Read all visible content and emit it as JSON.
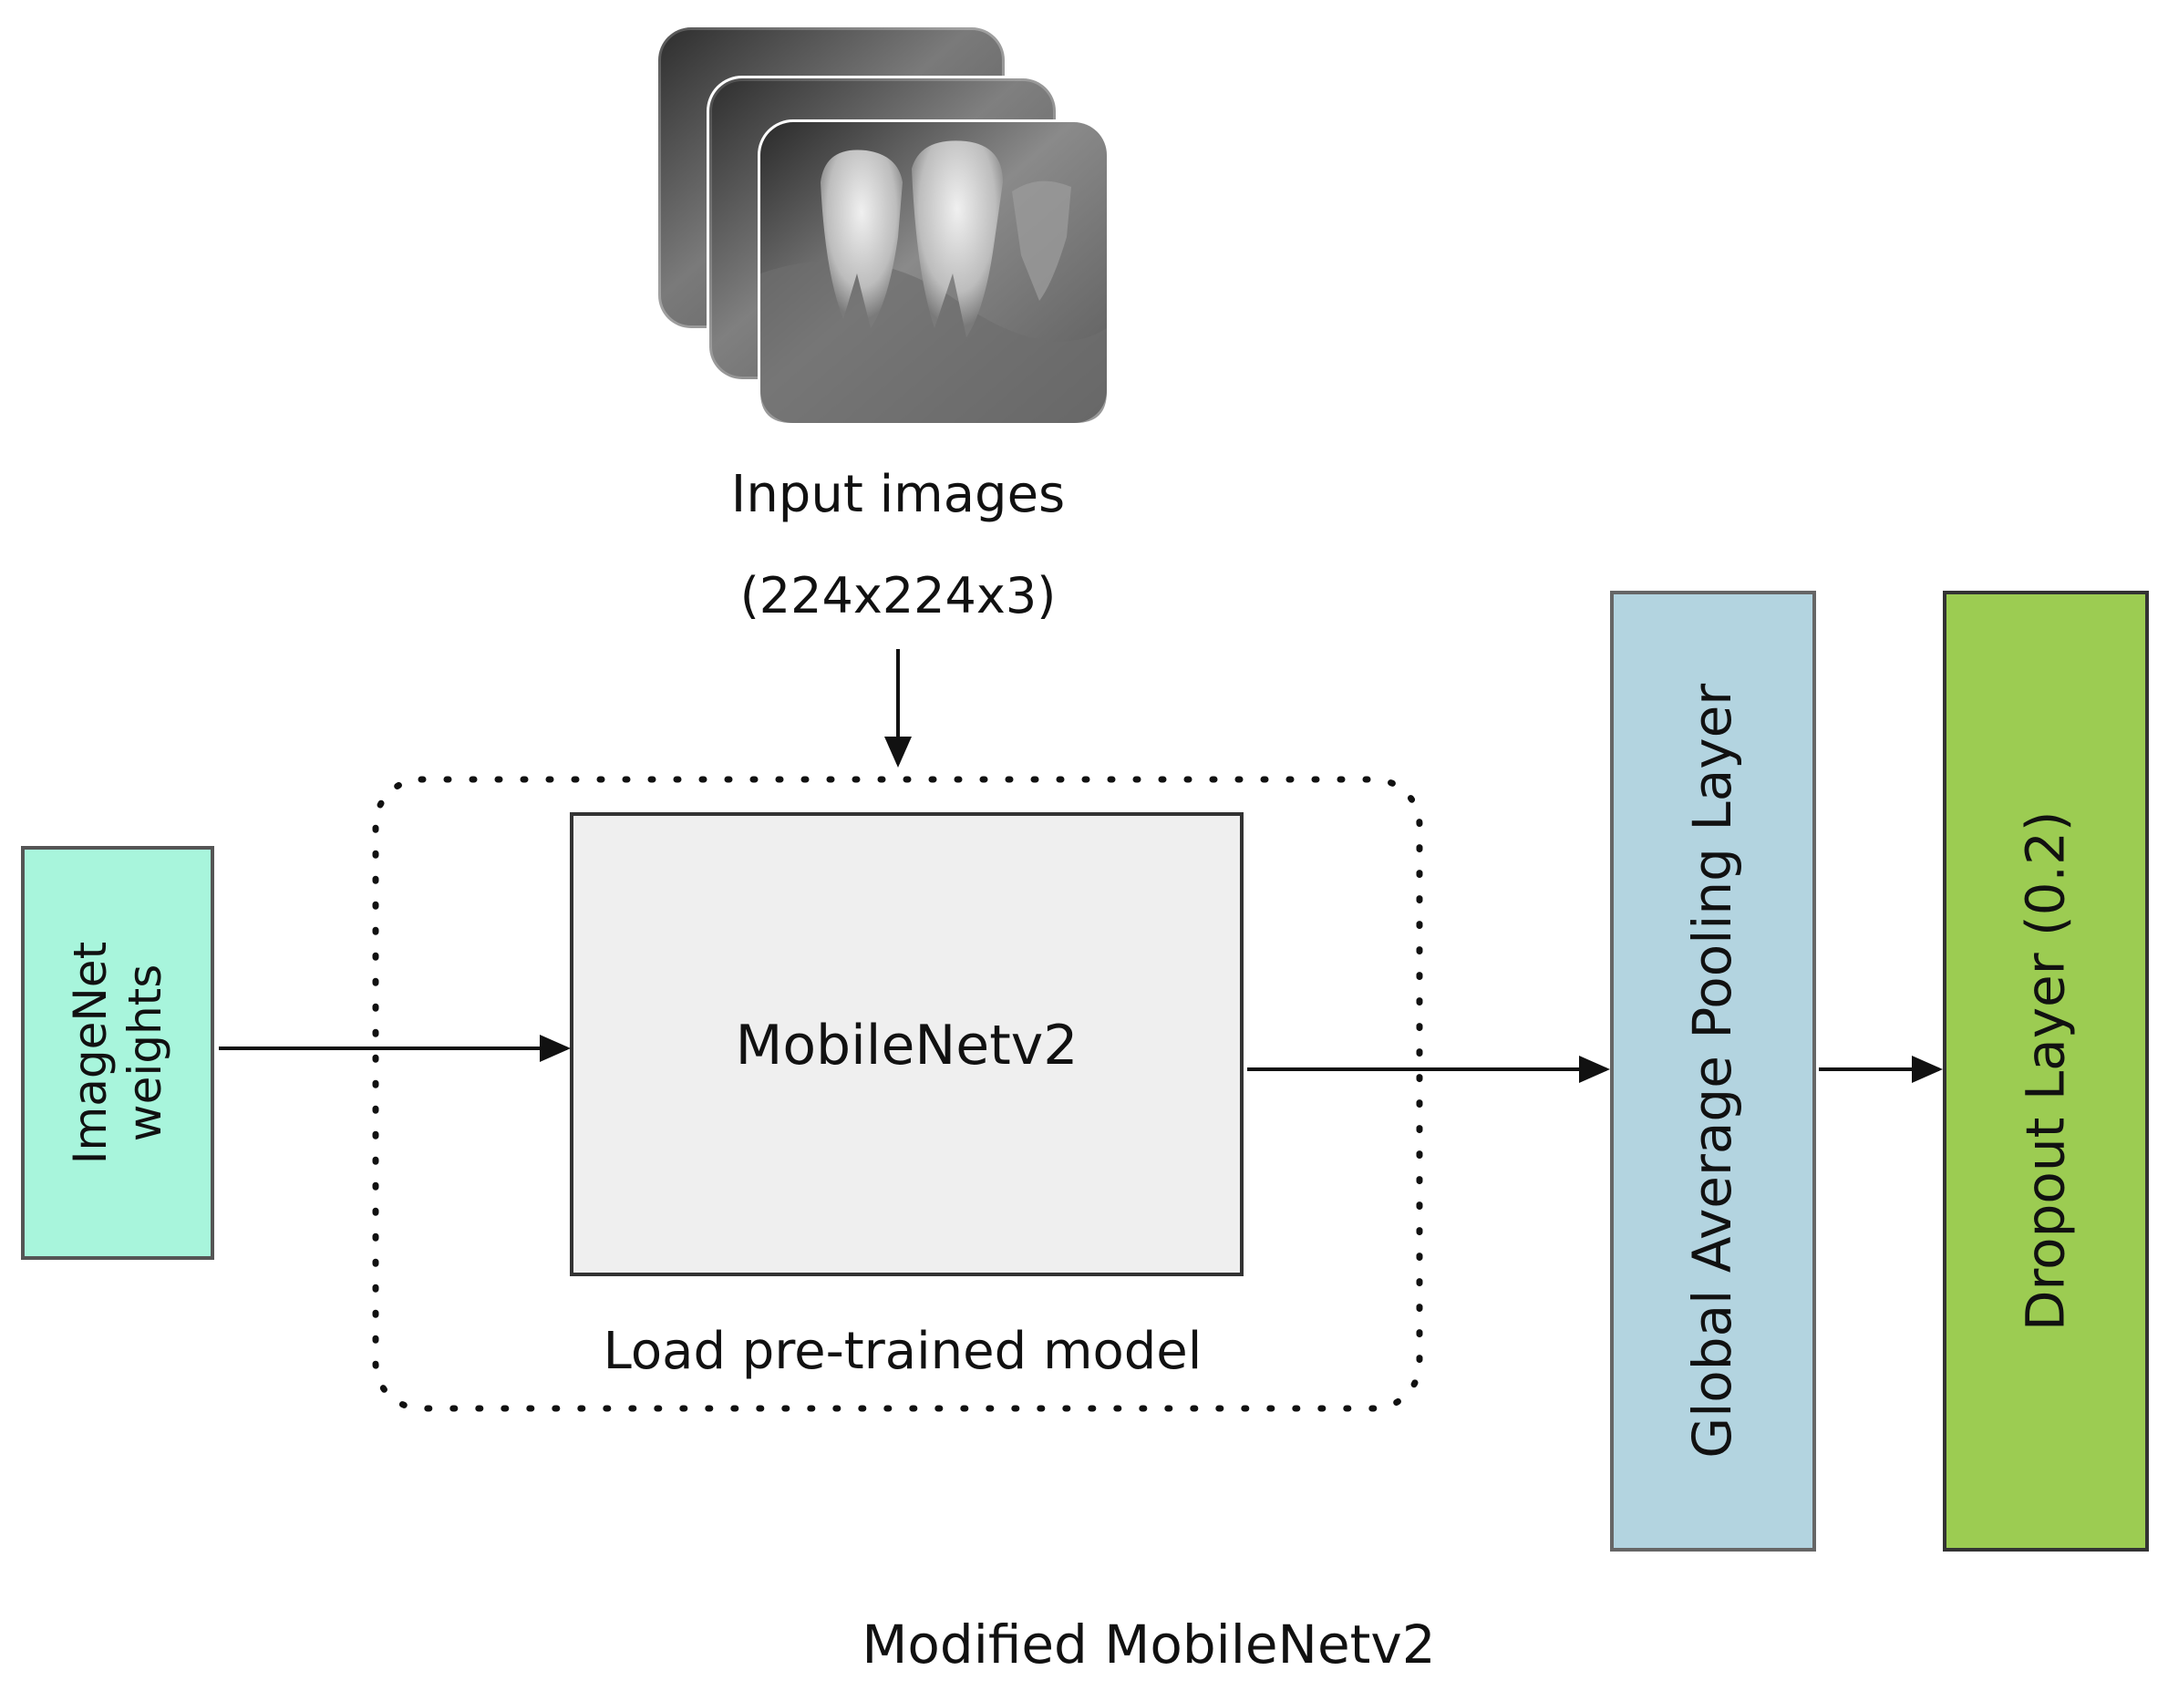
{
  "diagram": {
    "input": {
      "label": "Input images",
      "shape": "(224x224x3)",
      "thumbnail": "dental-xray-stack"
    },
    "weights": {
      "label_line1": "ImageNet",
      "label_line2": "weights",
      "fill": "#a8f5dc"
    },
    "base_model": {
      "label": "MobileNetv2",
      "fill": "#efefef"
    },
    "pretrained_group": {
      "label": "Load pre-trained model"
    },
    "gap_layer": {
      "label": "Global Average Pooling Layer",
      "fill": "#b3d4e0"
    },
    "dropout_layer": {
      "label": "Dropout Layer (0.2)",
      "fill": "#9ccc52"
    },
    "caption": "Modified MobileNetv2"
  }
}
